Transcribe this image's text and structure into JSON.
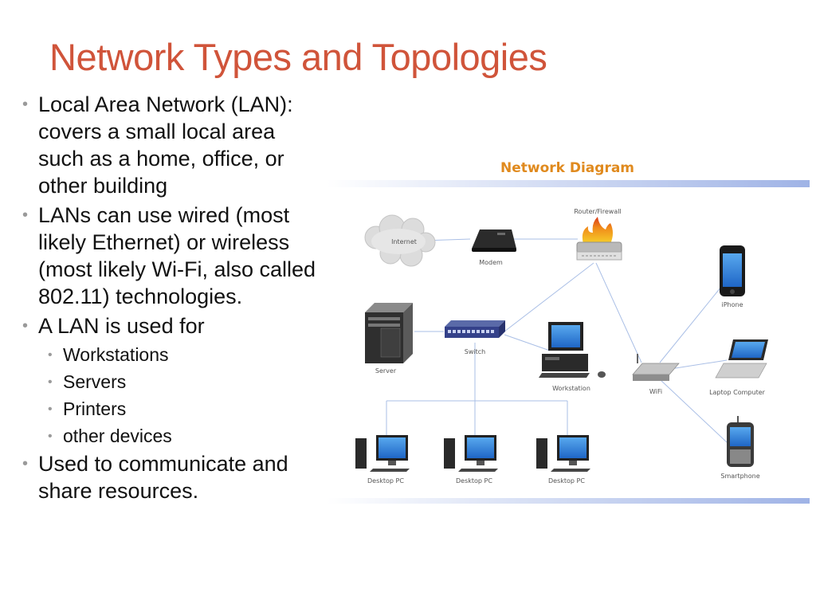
{
  "slide": {
    "title": "Network Types and Topologies",
    "bullets": {
      "b1": "Local Area Network (LAN): covers a small local area such as a home, office, or other building",
      "b2": "LANs can use wired (most likely Ethernet) or wireless (most likely Wi-Fi, also called 802.11) technologies.",
      "b3": "A LAN is used for",
      "sub": [
        "Workstations",
        "Servers",
        "Printers",
        "other devices"
      ],
      "b4": "Used to communicate and share resources."
    }
  },
  "diagram": {
    "title": "Network Diagram",
    "labels": {
      "internet": "Internet",
      "modem": "Modem",
      "router": "Router/Firewall",
      "iphone": "iPhone",
      "server": "Server",
      "switch": "Switch",
      "workstation": "Workstation",
      "wifi": "WiFi",
      "laptop": "Laptop Computer",
      "smartphone": "Smartphone",
      "desktop1": "Desktop PC",
      "desktop2": "Desktop PC",
      "desktop3": "Desktop PC"
    }
  },
  "colors": {
    "title": "#d0543a",
    "diagram_title": "#e08a1e",
    "band": "#a9bbe8",
    "link": "#aabfe6"
  }
}
